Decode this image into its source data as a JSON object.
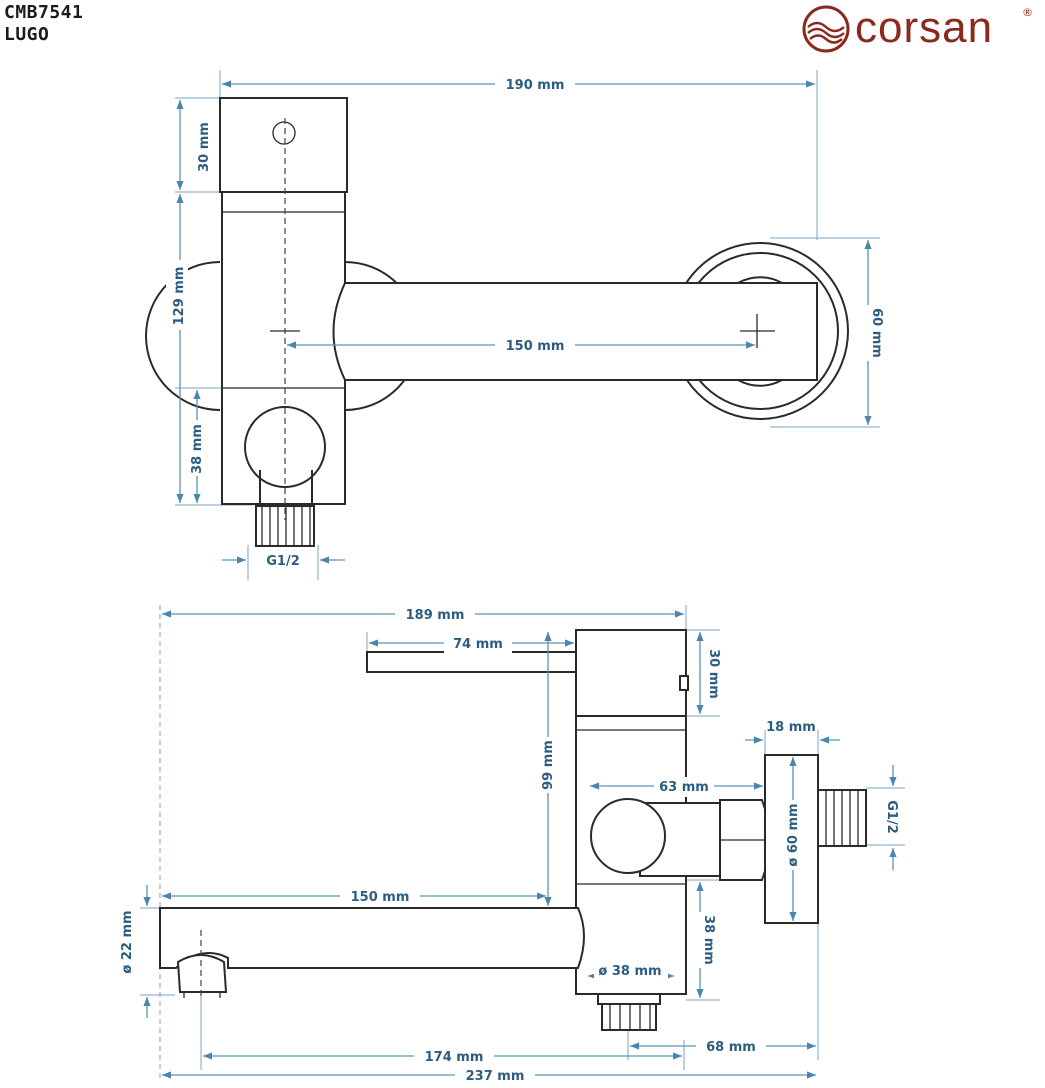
{
  "header": {
    "model_code": "CMB7541",
    "model_name": "LUGO"
  },
  "brand": {
    "name": "corsan",
    "registered": "®",
    "color": "#8a2a1f"
  },
  "dimension_color": "#2c5d80",
  "top_view": {
    "overall_width": "190 mm",
    "handle_height": "30 mm",
    "body_height": "129 mm",
    "spout_length": "150 mm",
    "flange_diameter": "60 mm",
    "outlet_height": "38 mm",
    "thread": "G1/2"
  },
  "side_view": {
    "overall_width": "189 mm",
    "lever_length": "74 mm",
    "handle_height": "30 mm",
    "connector_width": "18 mm",
    "body_height": "99 mm",
    "diverter_to_wall": "63 mm",
    "flange_diameter": "ø 60 mm",
    "thread": "G1/2",
    "spout_length": "150 mm",
    "spout_diameter": "ø 22 mm",
    "body_diameter": "ø 38 mm",
    "lower_height": "38 mm",
    "outlet_to_wall": "68 mm",
    "outlet_to_spout": "174 mm",
    "total_width": "237 mm"
  }
}
